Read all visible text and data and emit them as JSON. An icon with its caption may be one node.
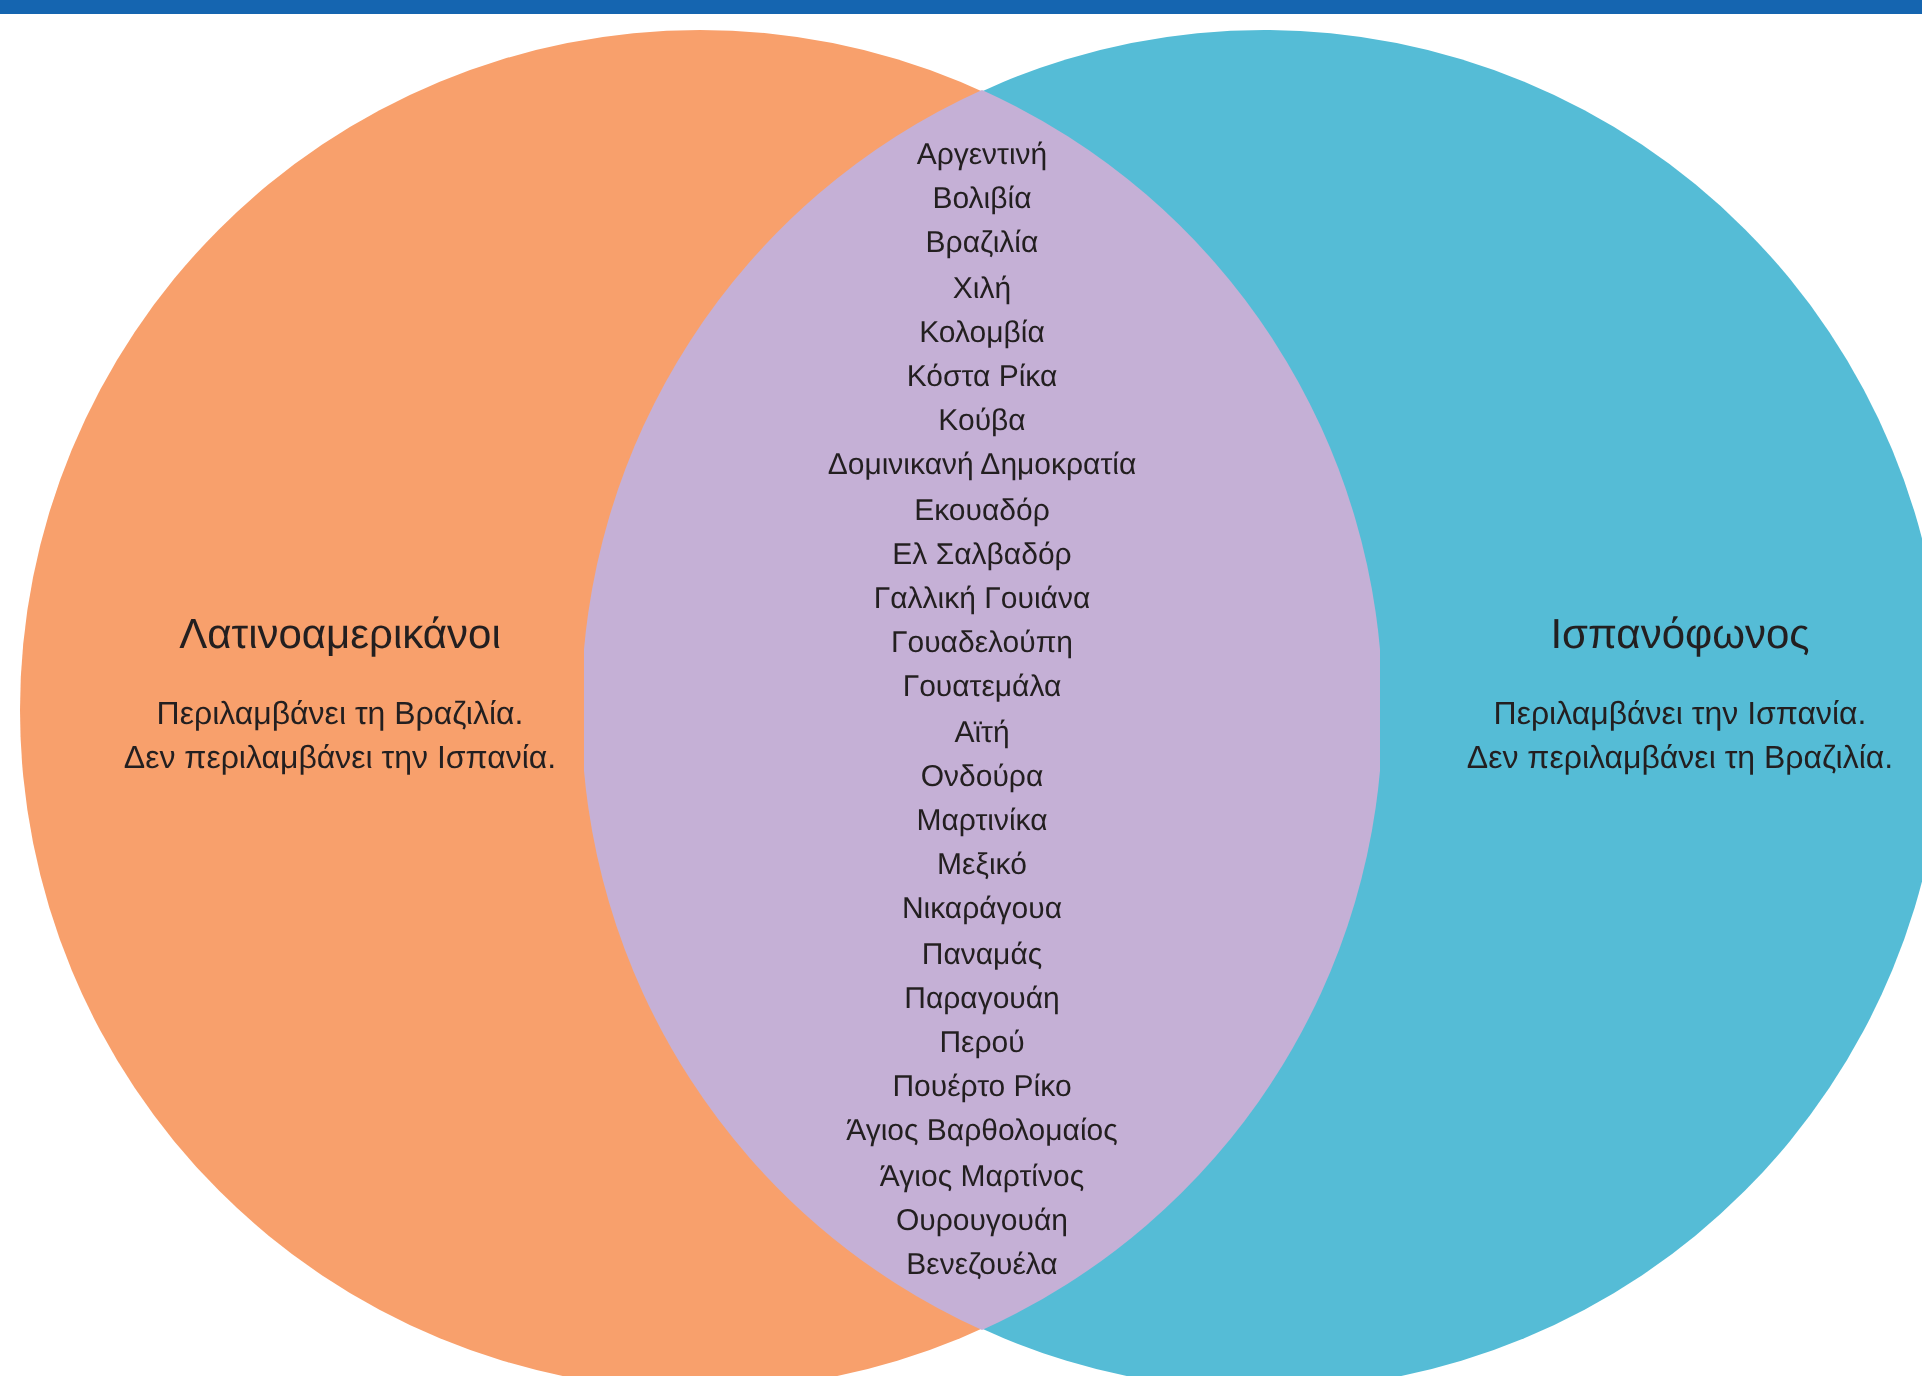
{
  "diagram": {
    "nodes": [
      {
        "text": [
          "Λατινοαμερικάνοι",
          "Περιλαμβάνει τη Βραζιλία.",
          "Δεν περιλαμβάνει την Ισπανία."
        ]
      },
      {
        "text": [
          "Ισπανόφωνος",
          "Περιλαμβάνει την Ισπανία.",
          "Δεν περιλαμβάνει τη Βραζιλία."
        ]
      },
      {
        "text": [
          "Αργεντινή",
          "Βολιβία",
          "Βραζιλία",
          "Χιλή",
          "Κολομβία",
          "Κόστα Ρίκα",
          "Κούβα",
          "Δομινικανή Δημοκρατία",
          "Εκουαδόρ",
          "Ελ Σαλβαδόρ",
          "Γαλλική Γουιάνα",
          "Γουαδελούπη",
          "Γουατεμάλα",
          "Αϊτή",
          "Ονδούρα",
          "Μαρτινίκα",
          "Μεξικό",
          "Νικαράγουα",
          "Παναμάς",
          "Παραγουάη",
          "Περού",
          "Πουέρτο Ρίκο",
          "Άγιος Βαρθολομαίος",
          "Άγιος Μαρτίνος",
          "Ουρουγουάη",
          "Βενεζουέλα"
        ]
      }
    ]
  }
}
